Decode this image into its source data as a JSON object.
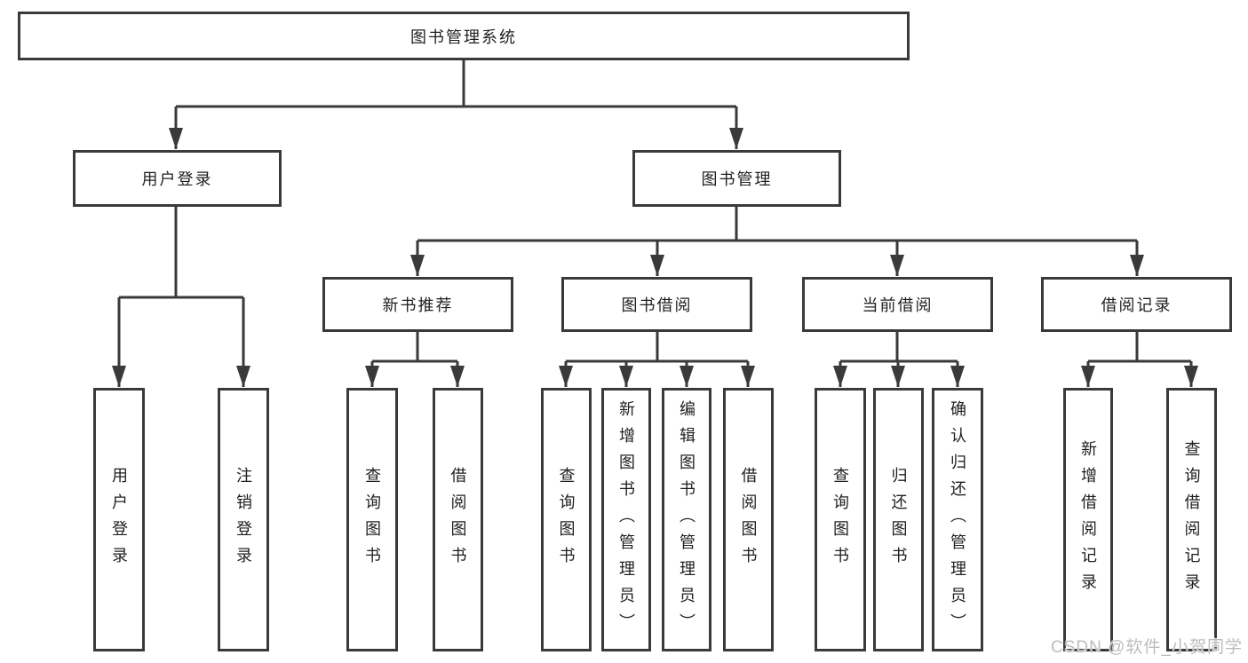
{
  "diagram": {
    "title": "图书管理系统",
    "nodes": {
      "root": "图书管理系统",
      "user_login": "用户登录",
      "book_mgmt": "图书管理",
      "new_book_rec": "新书推荐",
      "book_borrow": "图书借阅",
      "current_borrow": "当前借阅",
      "borrow_records": "借阅记录",
      "leaf_user_login": "用户登录",
      "leaf_logout": "注销登录",
      "leaf_nbr_query": "查询图书",
      "leaf_nbr_borrow": "借阅图书",
      "leaf_bb_query": "查询图书",
      "leaf_bb_add": "新增图书（管理员）",
      "leaf_bb_edit": "编辑图书（管理员）",
      "leaf_bb_borrow": "借阅图书",
      "leaf_cb_query": "查询图书",
      "leaf_cb_return": "归还图书",
      "leaf_cb_confirm": "确认归还（管理员）",
      "leaf_br_add": "新增借阅记录",
      "leaf_br_query": "查询借阅记录"
    },
    "hierarchy": {
      "图书管理系统": {
        "用户登录": [
          "用户登录",
          "注销登录"
        ],
        "图书管理": {
          "新书推荐": [
            "查询图书",
            "借阅图书"
          ],
          "图书借阅": [
            "查询图书",
            "新增图书（管理员）",
            "编辑图书（管理员）",
            "借阅图书"
          ],
          "当前借阅": [
            "查询图书",
            "归还图书",
            "确认归还（管理员）"
          ],
          "借阅记录": [
            "新增借阅记录",
            "查询借阅记录"
          ]
        }
      }
    }
  },
  "watermark": "CSDN @软件_小贺同学",
  "colors": {
    "line": "#3a3a3a",
    "box_border": "#3a3a3a",
    "text": "#1f1f1f",
    "background": "#ffffff",
    "watermark": "#bdbdbd"
  }
}
